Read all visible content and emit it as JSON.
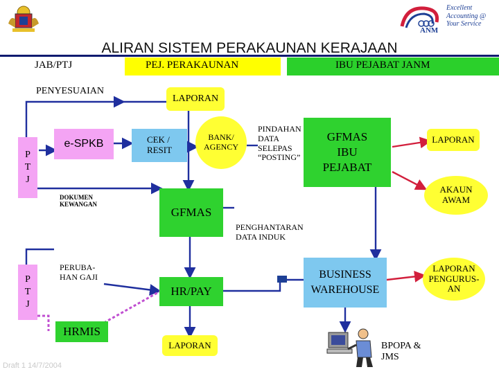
{
  "title": "ALIRAN SISTEM PERAKAUNAN KERAJAAN",
  "logo_right": {
    "brand": "ANM",
    "tagline": [
      "Excellent",
      "Accounting @",
      "Your Service"
    ]
  },
  "columns": {
    "jab_ptj": "JAB/PTJ",
    "pej_perakaunan": "PEJ. PERAKAUNAN",
    "ibu_pejabat": "IBU PEJABAT JANM"
  },
  "labels": {
    "penyesuaian": "PENYESUAIAN",
    "laporan_top": "LAPORAN",
    "espkb": "e-SPKB",
    "ptj_top": "P\nT\nJ",
    "ptj_bottom": "P\nT\nJ",
    "cek_resit": "CEK /\nRESIT",
    "bank_agency": "BANK/\nAGENCY",
    "pindahan": "PINDAHAN\nDATA\nSELEPAS\n“POSTING”",
    "gfmas_ibu": "GFMAS\nIBU\nPEJABAT",
    "laporan_right": "LAPORAN",
    "akaun_awam": "AKAUN\nAWAM",
    "dokumen": "DOKUMEN\nKEWANGAN",
    "gfmas": "GFMAS",
    "penghantaran": "PENGHANTARAN\nDATA INDUK",
    "perubahan_gaji": "PERUBA-\nHAN GAJI",
    "hrpay": "HR/PAY",
    "business_warehouse": "BUSINESS\nWAREHOUSE",
    "laporan_pengurusan": "LAPORAN\nPENGURUS-\nAN",
    "hrmis": "HRMIS",
    "laporan_bottom": "LAPORAN",
    "bpopa": "BPOPA &\nJMS",
    "draft": "Draft 1  14/7/2004"
  },
  "colors": {
    "header_bar_yellow": "#ffff00",
    "header_bar_green": "#2bd02b",
    "box_green": "#2fd22f",
    "box_yellow": "#ffff33",
    "box_blue": "#7ec8ef",
    "box_pink": "#f4a4f4",
    "arrow_blue": "#1f2f9e",
    "arrow_red": "#d21f3c",
    "connector_pink": "#c04fd1"
  }
}
